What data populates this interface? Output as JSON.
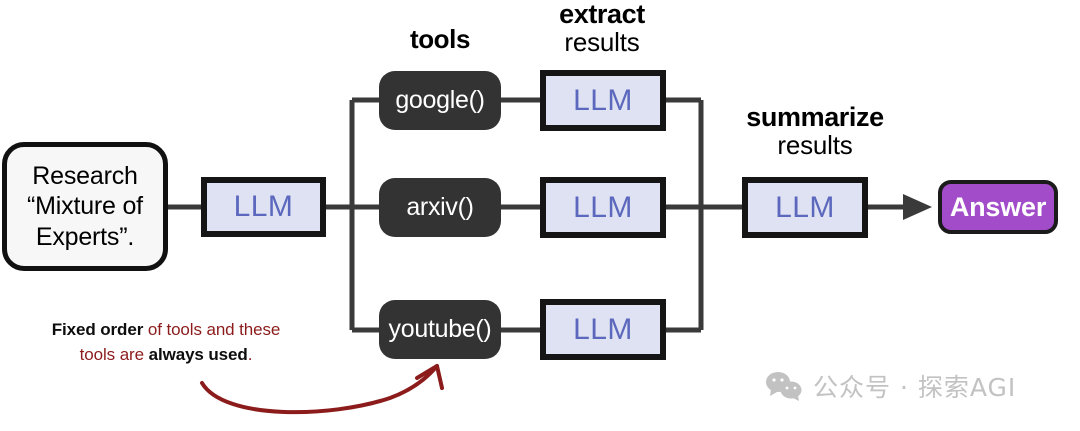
{
  "diagram": {
    "title": "Fixed-order tool-use LLM pipeline",
    "colors": {
      "llm_fill": "#dfe2f2",
      "llm_text": "#5b68bd",
      "tool_fill": "#333333",
      "answer_fill": "#a24cc9",
      "note_red": "#8c1c1c",
      "arrow_red": "#8c1c1c",
      "border": "#151515",
      "watermark": "#c2c2c2"
    },
    "captions": {
      "tools": {
        "strong": "tools",
        "plain": ""
      },
      "extract": {
        "strong": "extract",
        "plain": "results"
      },
      "summarize": {
        "strong": "summarize",
        "plain": "results"
      }
    },
    "prompt": {
      "lines": [
        "Research",
        "“Mixture of",
        "Experts”."
      ]
    },
    "router_llm": {
      "label": "LLM"
    },
    "branches": [
      {
        "tool": "google()",
        "llm": "LLM"
      },
      {
        "tool": "arxiv()",
        "llm": "LLM"
      },
      {
        "tool": "youtube()",
        "llm": "LLM"
      }
    ],
    "summarizer_llm": {
      "label": "LLM"
    },
    "answer": {
      "label": "Answer"
    },
    "note": {
      "bold_1": "Fixed order",
      "mid_1": " of tools and these",
      "mid_2": "tools are ",
      "bold_2": "always used",
      "tail": "."
    },
    "watermark": {
      "icon": "wechat-icon",
      "text": "公众号 · 探索AGI"
    }
  }
}
